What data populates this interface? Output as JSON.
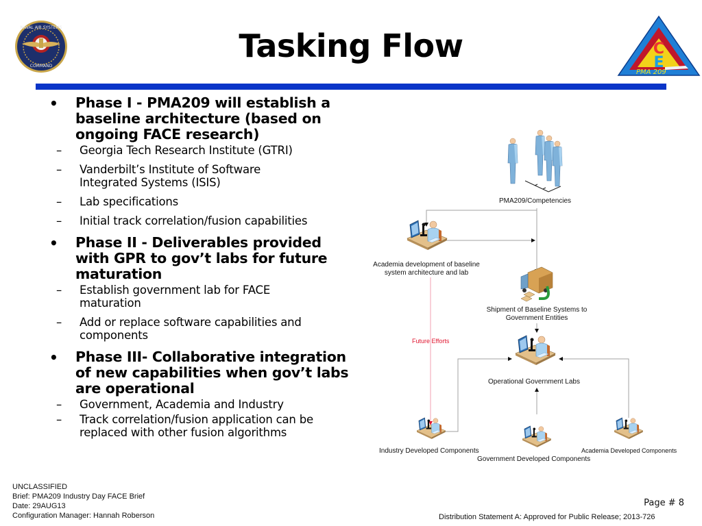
{
  "header": {
    "title": "Tasking Flow",
    "left_logo": "navair-command-seal",
    "right_logo": "pma209-triangle-logo",
    "right_logo_text": "PMA 209",
    "rule_color": "#0a35c8"
  },
  "phases": [
    {
      "label": "Phase I - PMA209 will establish a baseline architecture (based on ongoing FACE research)",
      "items": [
        "Georgia Tech Research Institute (GTRI)",
        "Vanderbilt’s Institute of Software Integrated Systems (ISIS)",
        "Lab specifications",
        "Initial track correlation/fusion capabilities"
      ]
    },
    {
      "label": "Phase II - Deliverables provided with GPR to gov’t labs for future maturation",
      "items": [
        "Establish government lab for FACE maturation",
        "Add or replace software capabilities and components"
      ]
    },
    {
      "label": "Phase III- Collaborative integration of new capabilities when gov’t labs are operational",
      "items": [
        "Government, Academia and Industry",
        "Track correlation/fusion application can be replaced with other fusion algorithms"
      ]
    }
  ],
  "diagram": {
    "nodes": {
      "competencies": {
        "label": "PMA209/Competencies",
        "icon": "people-group-icon"
      },
      "academia_dev": {
        "label_line1": "Academia development of baseline",
        "label_line2": "system architecture and lab",
        "icon": "lab-workstation-icon"
      },
      "shipment": {
        "label_line1": "Shipment of Baseline Systems to",
        "label_line2": "Government Entities",
        "icon": "delivery-truck-icon"
      },
      "gov_labs": {
        "label": "Operational Government Labs",
        "icon": "lab-workstation-icon"
      },
      "industry": {
        "label": "Industry Developed Components",
        "icon": "lab-workstation-icon"
      },
      "government": {
        "label": "Government Developed Components",
        "icon": "lab-workstation-icon"
      },
      "academia": {
        "label": "Academia Developed Components",
        "icon": "lab-workstation-icon"
      }
    },
    "future_label": "Future Efforts",
    "colors": {
      "connector": "#9a9a9a",
      "future_line": "#f0a0b0",
      "future_text": "#e0142e"
    }
  },
  "footer": {
    "classification": "UNCLASSIFIED",
    "brief": "Brief:  PMA209 Industry Day FACE Brief",
    "date": "Date: 29AUG13",
    "config_manager": "Configuration Manager:  Hannah Roberson",
    "page": "Page # 8",
    "distribution": "Distribution Statement A: Approved for Public Release; 2013-726"
  }
}
